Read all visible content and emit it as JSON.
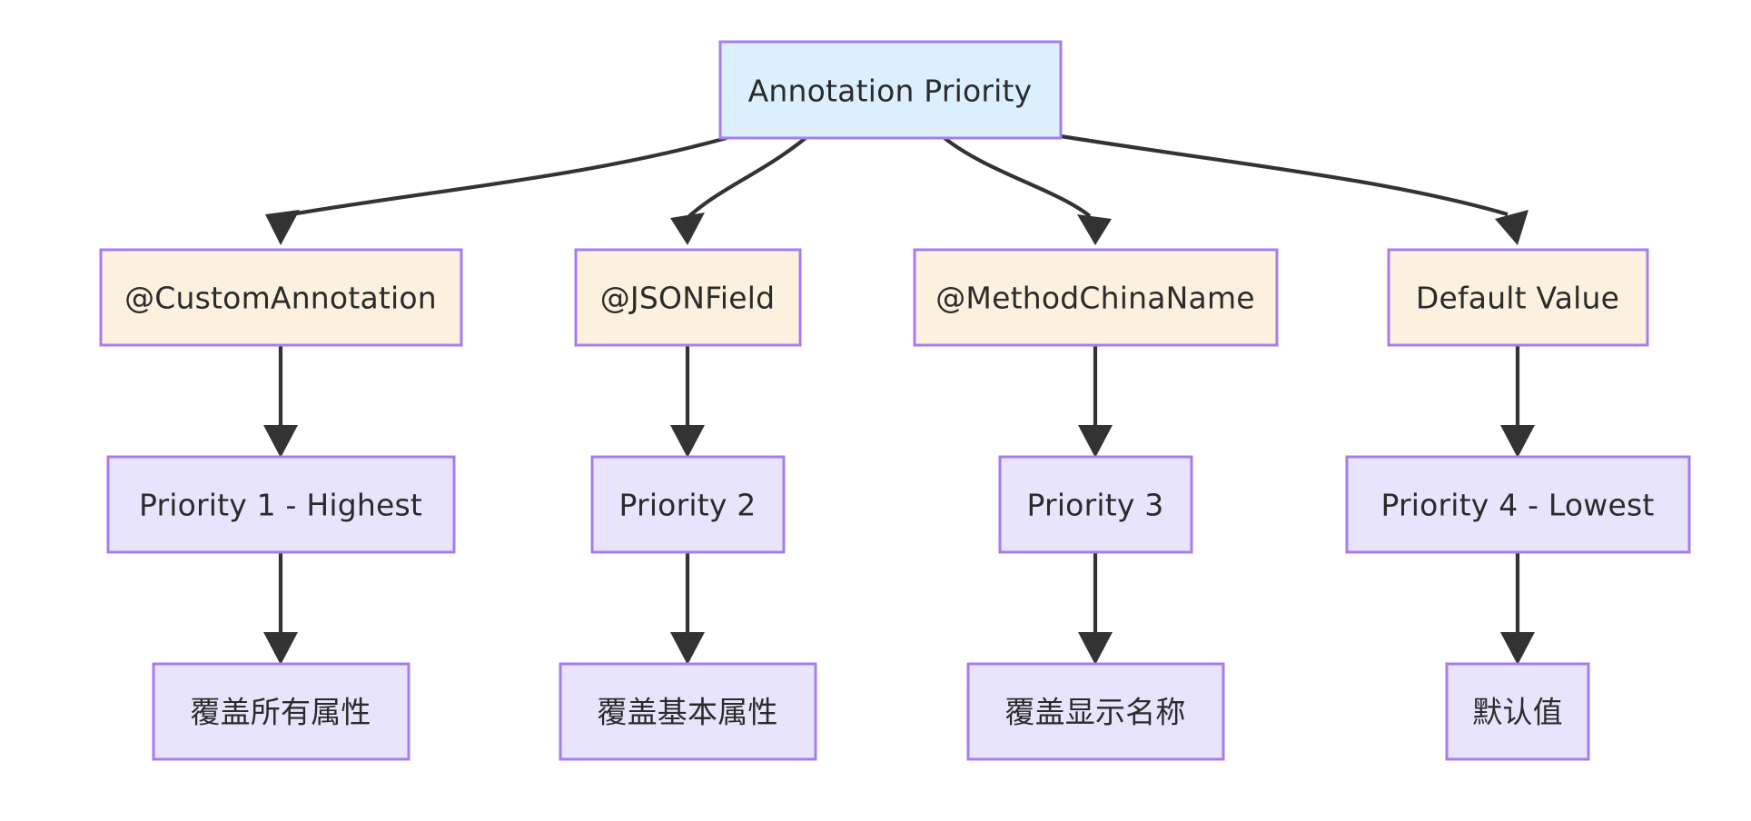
{
  "diagram": {
    "type": "flowchart-top-down",
    "background_color": "#ffffff",
    "edge_color": "#333333",
    "styles": {
      "root_fill": "#dbeffc",
      "root_stroke": "#a77cf0",
      "annotation_fill": "#fcf0de",
      "annotation_stroke": "#a77cf0",
      "priority_fill": "#e8e4fb",
      "priority_stroke": "#a77cf0",
      "result_fill": "#e8e4fb",
      "result_stroke": "#a77cf0",
      "text_color": "#2b2b2b"
    },
    "root": {
      "id": "annotation-priority",
      "label": "Annotation Priority"
    },
    "columns": [
      {
        "annotation": {
          "id": "custom-annotation",
          "label": "@CustomAnnotation"
        },
        "priority": {
          "id": "priority-1",
          "label": "Priority 1 - Highest"
        },
        "result": {
          "id": "override-all-attributes",
          "label": "覆盖所有属性"
        }
      },
      {
        "annotation": {
          "id": "jsonfield",
          "label": "@JSONField"
        },
        "priority": {
          "id": "priority-2",
          "label": "Priority 2"
        },
        "result": {
          "id": "override-basic-attributes",
          "label": "覆盖基本属性"
        }
      },
      {
        "annotation": {
          "id": "method-china-name",
          "label": "@MethodChinaName"
        },
        "priority": {
          "id": "priority-3",
          "label": "Priority 3"
        },
        "result": {
          "id": "override-display-name",
          "label": "覆盖显示名称"
        }
      },
      {
        "annotation": {
          "id": "default-value",
          "label": "Default Value"
        },
        "priority": {
          "id": "priority-4",
          "label": "Priority 4 - Lowest"
        },
        "result": {
          "id": "default-value-result",
          "label": "默认值"
        }
      }
    ]
  }
}
